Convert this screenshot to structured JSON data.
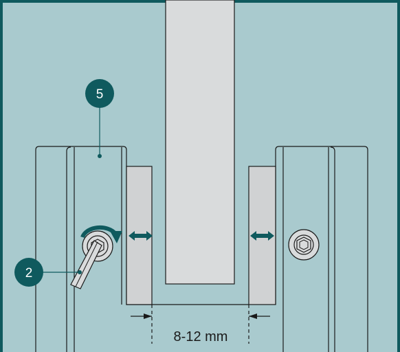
{
  "diagram": {
    "callouts": [
      {
        "number": "5"
      },
      {
        "number": "2"
      }
    ],
    "dimension": {
      "text": "8-12 mm"
    },
    "icons": {
      "rotation": "rotate-clockwise-arrow-icon",
      "adjust_left": "double-arrow-icon",
      "adjust_right": "double-arrow-icon",
      "nut": "hex-nut-icon",
      "bolt": "hex-socket-bolt-icon",
      "key": "hex-key-icon"
    },
    "colors": {
      "background": "#a9cace",
      "border": "#0f5a5e",
      "callout": "#0f5a5e",
      "arrow": "#0f5a5e",
      "panel_fill": "#d0d2d3",
      "blade_fill": "#d9dbdc",
      "line": "#1a1a1a"
    }
  }
}
